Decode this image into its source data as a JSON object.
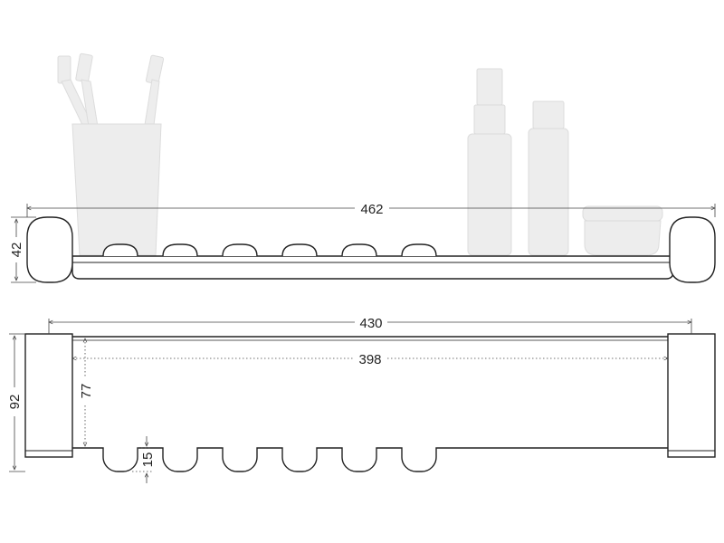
{
  "dimensions": {
    "overall_length": "462",
    "bracket_height": "42",
    "shelf_length": "430",
    "inner_length": "398",
    "depth": "92",
    "inner_depth": "77",
    "slot_depth": "15"
  },
  "colors": {
    "line": "#222222",
    "accessory_fill": "#ededed",
    "accessory_stroke": "#dddddd",
    "dimension_line": "#444444"
  }
}
